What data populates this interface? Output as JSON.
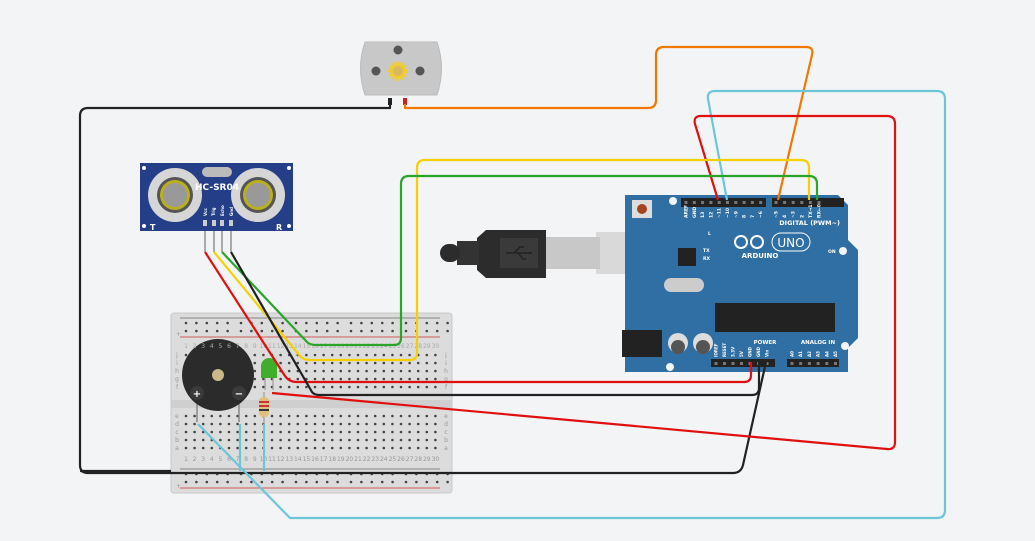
{
  "sensor": {
    "model": "HC-SR04",
    "pins": [
      "Vcc",
      "Trig",
      "Echo",
      "Gnd"
    ],
    "left_mark": "T",
    "right_mark": "R"
  },
  "arduino": {
    "brand": "ARDUINO",
    "model": "UNO",
    "digital_label": "DIGITAL (PWM~)",
    "power_label": "POWER",
    "analog_label": "ANALOG IN",
    "on_label": "ON",
    "led_labels": [
      "L",
      "TX",
      "RX"
    ],
    "digital_pins": [
      "AREF",
      "GND",
      "13",
      "12",
      "~11",
      "~10",
      "~9",
      "8",
      "7",
      "~6",
      "~5",
      "4",
      "~3",
      "2",
      "TX→1",
      "RX←0"
    ],
    "power_pins": [
      "IOREF",
      "RESET",
      "3.3V",
      "5V",
      "GND",
      "GND",
      "Vin"
    ],
    "analog_pins": [
      "A0",
      "A1",
      "A2",
      "A3",
      "A4",
      "A5"
    ]
  },
  "breadboard": {
    "rows_top": [
      "j",
      "i",
      "h",
      "g",
      "f"
    ],
    "rows_bottom": [
      "e",
      "d",
      "c",
      "b",
      "a"
    ],
    "columns": 30,
    "rail_plus": "+",
    "rail_minus": "-"
  },
  "buzzer": {
    "plus": "+",
    "minus": "−"
  },
  "wire_colors": {
    "black": "#222222",
    "red": "#e01010",
    "orange": "#f07800",
    "cyan": "#6cc6d8",
    "yellow": "#f5d000",
    "green": "#2aa52a"
  },
  "board_color": "#2f6fa3"
}
